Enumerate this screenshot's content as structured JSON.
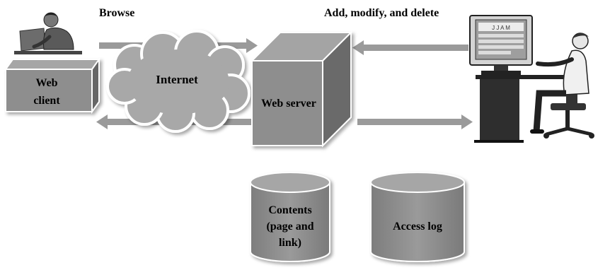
{
  "labels": {
    "browse": "Browse",
    "admin_action": "Add, modify, and delete",
    "web_client_line1": "Web",
    "web_client_line2": "client",
    "internet": "Internet",
    "web_server": "Web server",
    "contents_line1": "Contents",
    "contents_line2": "(page and",
    "contents_line3": "link)",
    "access_log": "Access log",
    "monitor_letters": "J  J  A  M"
  },
  "icons": {
    "user": "person-at-laptop-icon",
    "admin": "person-at-desktop-computer-icon"
  },
  "colors": {
    "box_front": "#8e8e8e",
    "box_top": "#a4a4a4",
    "box_side": "#6a6a6a",
    "arrow": "#9a9a9a",
    "cloud": "#a8a8a8",
    "cylinder": "#8c8c8c",
    "background": "#ffffff"
  }
}
